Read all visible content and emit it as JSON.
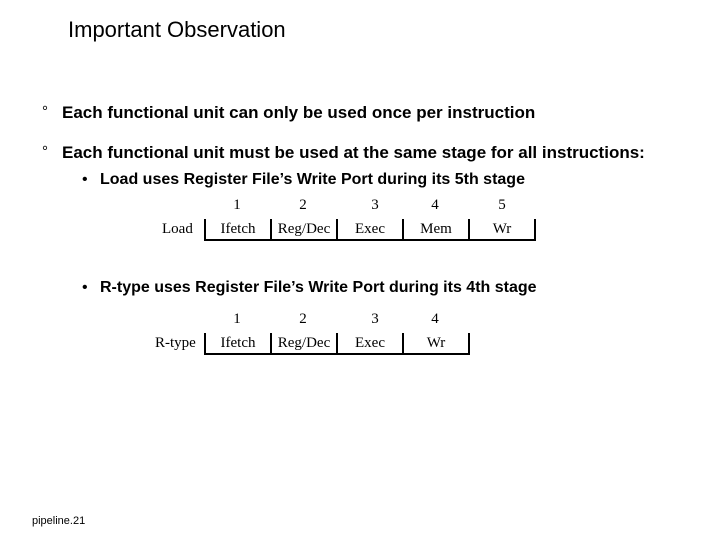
{
  "title": "Important Observation",
  "bullets": [
    {
      "marker": "°",
      "text": "Each functional unit can only be used once per instruction"
    },
    {
      "marker": "°",
      "text": "Each functional unit must be used at the same stage for all instructions:"
    }
  ],
  "load": {
    "marker": "•",
    "text": "Load uses Register File’s Write Port during  its 5th stage",
    "row_label": "Load",
    "stage_numbers": [
      "1",
      "2",
      "3",
      "4",
      "5"
    ],
    "stages": [
      "Ifetch",
      "Reg/Dec",
      "Exec",
      "Mem",
      "Wr"
    ]
  },
  "rtype": {
    "marker": "•",
    "text": "R-type uses Register File’s Write Port during its 4th stage",
    "row_label": "R-type",
    "stage_numbers": [
      "1",
      "2",
      "3",
      "4"
    ],
    "stages": [
      "Ifetch",
      "Reg/Dec",
      "Exec",
      "Wr"
    ]
  },
  "footer": "pipeline.21"
}
